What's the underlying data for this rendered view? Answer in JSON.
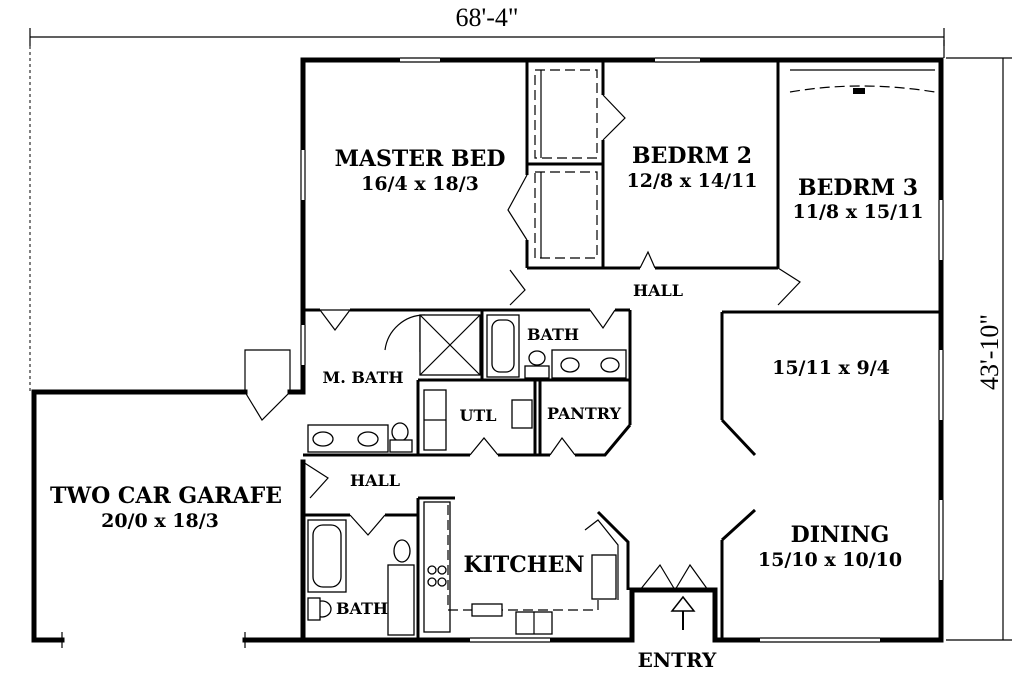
{
  "dimensions": {
    "overall_width": "68'-4\"",
    "overall_depth": "43'-10\""
  },
  "rooms": {
    "master_bed": {
      "name": "MASTER  BED",
      "size": "16/4  x  18/3"
    },
    "bedroom_2": {
      "name": "BEDRM  2",
      "size": "12/8  x  14/11"
    },
    "bedroom_3": {
      "name": "BEDRM  3",
      "size": "11/8  x  15/11"
    },
    "upper_hall": {
      "name": "HALL"
    },
    "bath": {
      "name": "BATH"
    },
    "master_bath": {
      "name": "M.  BATH"
    },
    "utility": {
      "name": "UTL"
    },
    "pantry": {
      "name": "PANTRY"
    },
    "family_room": {
      "size": "15/11  x  9/4"
    },
    "lower_hall": {
      "name": "HALL"
    },
    "garage": {
      "name": "TWO  CAR  GARAFE",
      "size": "20/0  x  18/3"
    },
    "kitchen": {
      "name": "KITCHEN"
    },
    "dining": {
      "name": "DINING",
      "size": "15/10  x  10/10"
    },
    "bath_2": {
      "name": "BATH"
    },
    "entry": {
      "name": "ENTRY"
    }
  }
}
